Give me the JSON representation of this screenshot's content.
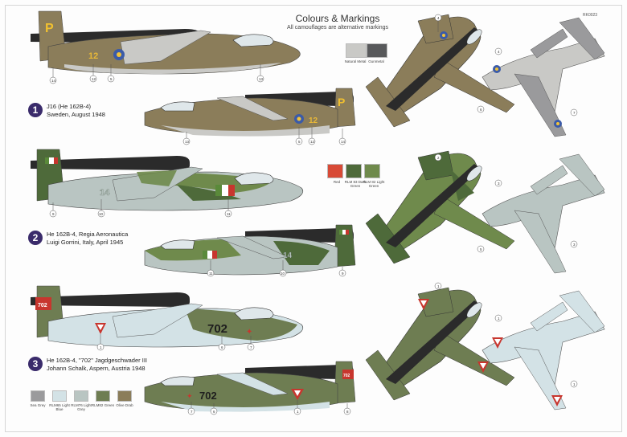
{
  "header": {
    "title": "Colours & Markings",
    "subtitle": "All camouflages are alternative markings",
    "code": "RK0023"
  },
  "schemes": [
    {
      "number": "1",
      "line1": "J16 (He 162B-4)",
      "line2": "Sweden, August 1948"
    },
    {
      "number": "2",
      "line1": "He 162B-4, Regia Aeronautica",
      "line2": "Luigi Gorrini, Italy, April 1945"
    },
    {
      "number": "3",
      "line1": "He 162B-4, \"702\" Jagdgeschwader III",
      "line2": "Johann Schalk, Aspern, Austria 1948"
    }
  ],
  "metal_swatches": [
    {
      "label": "Natural Metal",
      "color": "#c9c9c6"
    },
    {
      "label": "Gunmetal",
      "color": "#58595b"
    }
  ],
  "italy_swatches": [
    {
      "label": "Red",
      "color": "#d84a36"
    },
    {
      "label": "RLM 83 Dark Green",
      "color": "#4e6a3a"
    },
    {
      "label": "RLM 82 Light Green",
      "color": "#6f8a4c"
    }
  ],
  "bottom_swatches": [
    {
      "label": "Sea Grey",
      "color": "#9a9a9c"
    },
    {
      "label": "RLM65 Light Blue",
      "color": "#d3e2e6"
    },
    {
      "label": "RLM76 Light Grey",
      "color": "#b9c5c2"
    },
    {
      "label": "RLM82 Green",
      "color": "#6e7d52"
    },
    {
      "label": "Olive Drab",
      "color": "#8b7d5a"
    }
  ],
  "markings": {
    "fin_letter": "P",
    "code_12": "12",
    "code_14": "14",
    "code_702": "702"
  },
  "callouts": [
    "14",
    "12",
    "5",
    "13",
    "13",
    "5",
    "12",
    "14",
    "4",
    "6",
    "4",
    "7",
    "9",
    "10",
    "11",
    "11",
    "10",
    "9",
    "2",
    "3",
    "3",
    "5",
    "1",
    "6",
    "7",
    "7",
    "6",
    "1",
    "8",
    "1",
    "1",
    "1"
  ]
}
